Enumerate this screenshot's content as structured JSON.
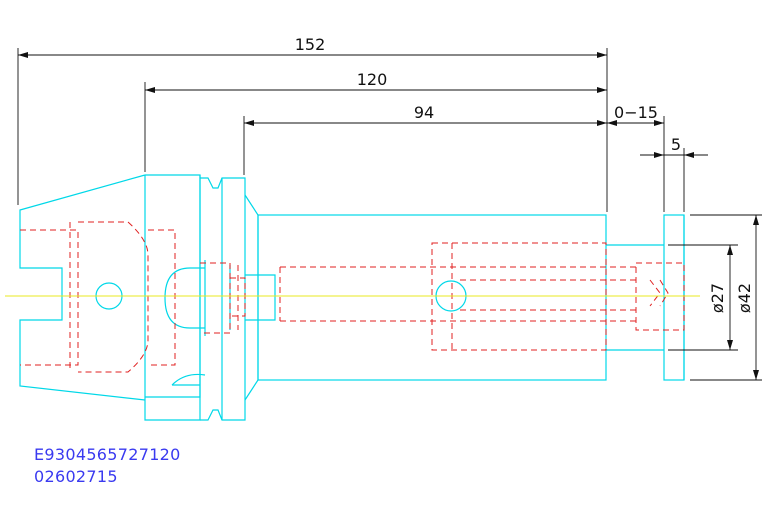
{
  "dimensions": {
    "overall_length": "152",
    "taper_to_end": "120",
    "body_length": "94",
    "adjust_range": "0−15",
    "flange_width": "5",
    "inner_diameter": "ø27",
    "outer_diameter": "ø42"
  },
  "codes": {
    "article_number": "E9304565727120",
    "order_number": "02602715"
  },
  "colors": {
    "outline": "#00d8e8",
    "hidden_lines": "#e02020",
    "centerline": "#e8e820",
    "dimension_lines": "#111111",
    "text_codes": "#3a3af0"
  }
}
